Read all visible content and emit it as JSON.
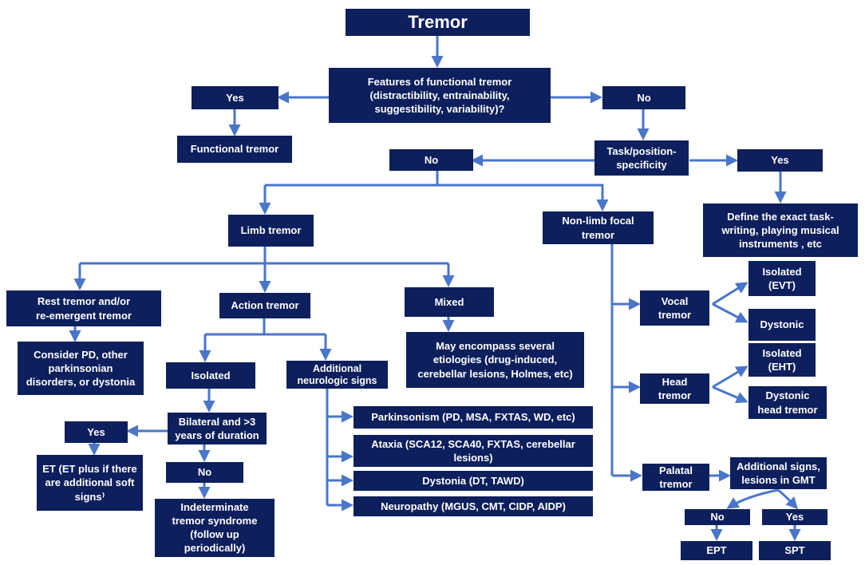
{
  "colors": {
    "box": "#0d1f5c",
    "text": "#ffffff",
    "connector": "#4a76c8"
  },
  "nodes": {
    "tremor": "Tremor",
    "features": "Features of functional tremor\n(distractibility, entrainability,\nsuggestibility, variability)?",
    "yes1": "Yes",
    "functional": "Functional tremor",
    "no1": "No",
    "task": "Task/position-\nspecificity",
    "no2": "No",
    "yes2": "Yes",
    "define": "Define the exact task-\nwriting, playing musical\ninstruments , etc",
    "limb": "Limb tremor",
    "nonlimb": "Non-limb focal\ntremor",
    "rest": "Rest tremor and/or\nre-emergent tremor",
    "action": "Action tremor",
    "mixed": "Mixed",
    "considerpd": "Consider PD, other\nparkinsonian\ndisorders, or dystonia",
    "mayencompass": "May encompass several\netiologies (drug-induced,\ncerebellar lesions, Holmes, etc)",
    "isolated": "Isolated",
    "additional": "Additional\nneurologic signs",
    "bilateral": "Bilateral and >3\nyears of duration",
    "yes3": "Yes",
    "no3": "No",
    "et": "ET (ET plus if there\nare additional soft\nsigns⁾",
    "indeterminate": "Indeterminate\ntremor syndrome\n(follow up\nperiodically)",
    "parkinsonism": "Parkinsonism (PD, MSA, FXTAS, WD, etc)",
    "ataxia": "Ataxia (SCA12, SCA40, FXTAS, cerebellar\nlesions)",
    "dystonia": "Dystonia (DT, TAWD)",
    "neuropathy": "Neuropathy (MGUS, CMT, CIDP, AIDP)",
    "vocal": "Vocal\ntremor",
    "isolated_evt": "Isolated\n(EVT)",
    "dystonic": "Dystonic",
    "head": "Head\ntremor",
    "isolated_eht": "Isolated\n(EHT)",
    "dystonic_head": "Dystonic\nhead tremor",
    "palatal": "Palatal\ntremor",
    "addsigns": "Additional signs,\nlesions in GMT",
    "no4": "No",
    "yes4": "Yes",
    "ept": "EPT",
    "spt": "SPT"
  }
}
